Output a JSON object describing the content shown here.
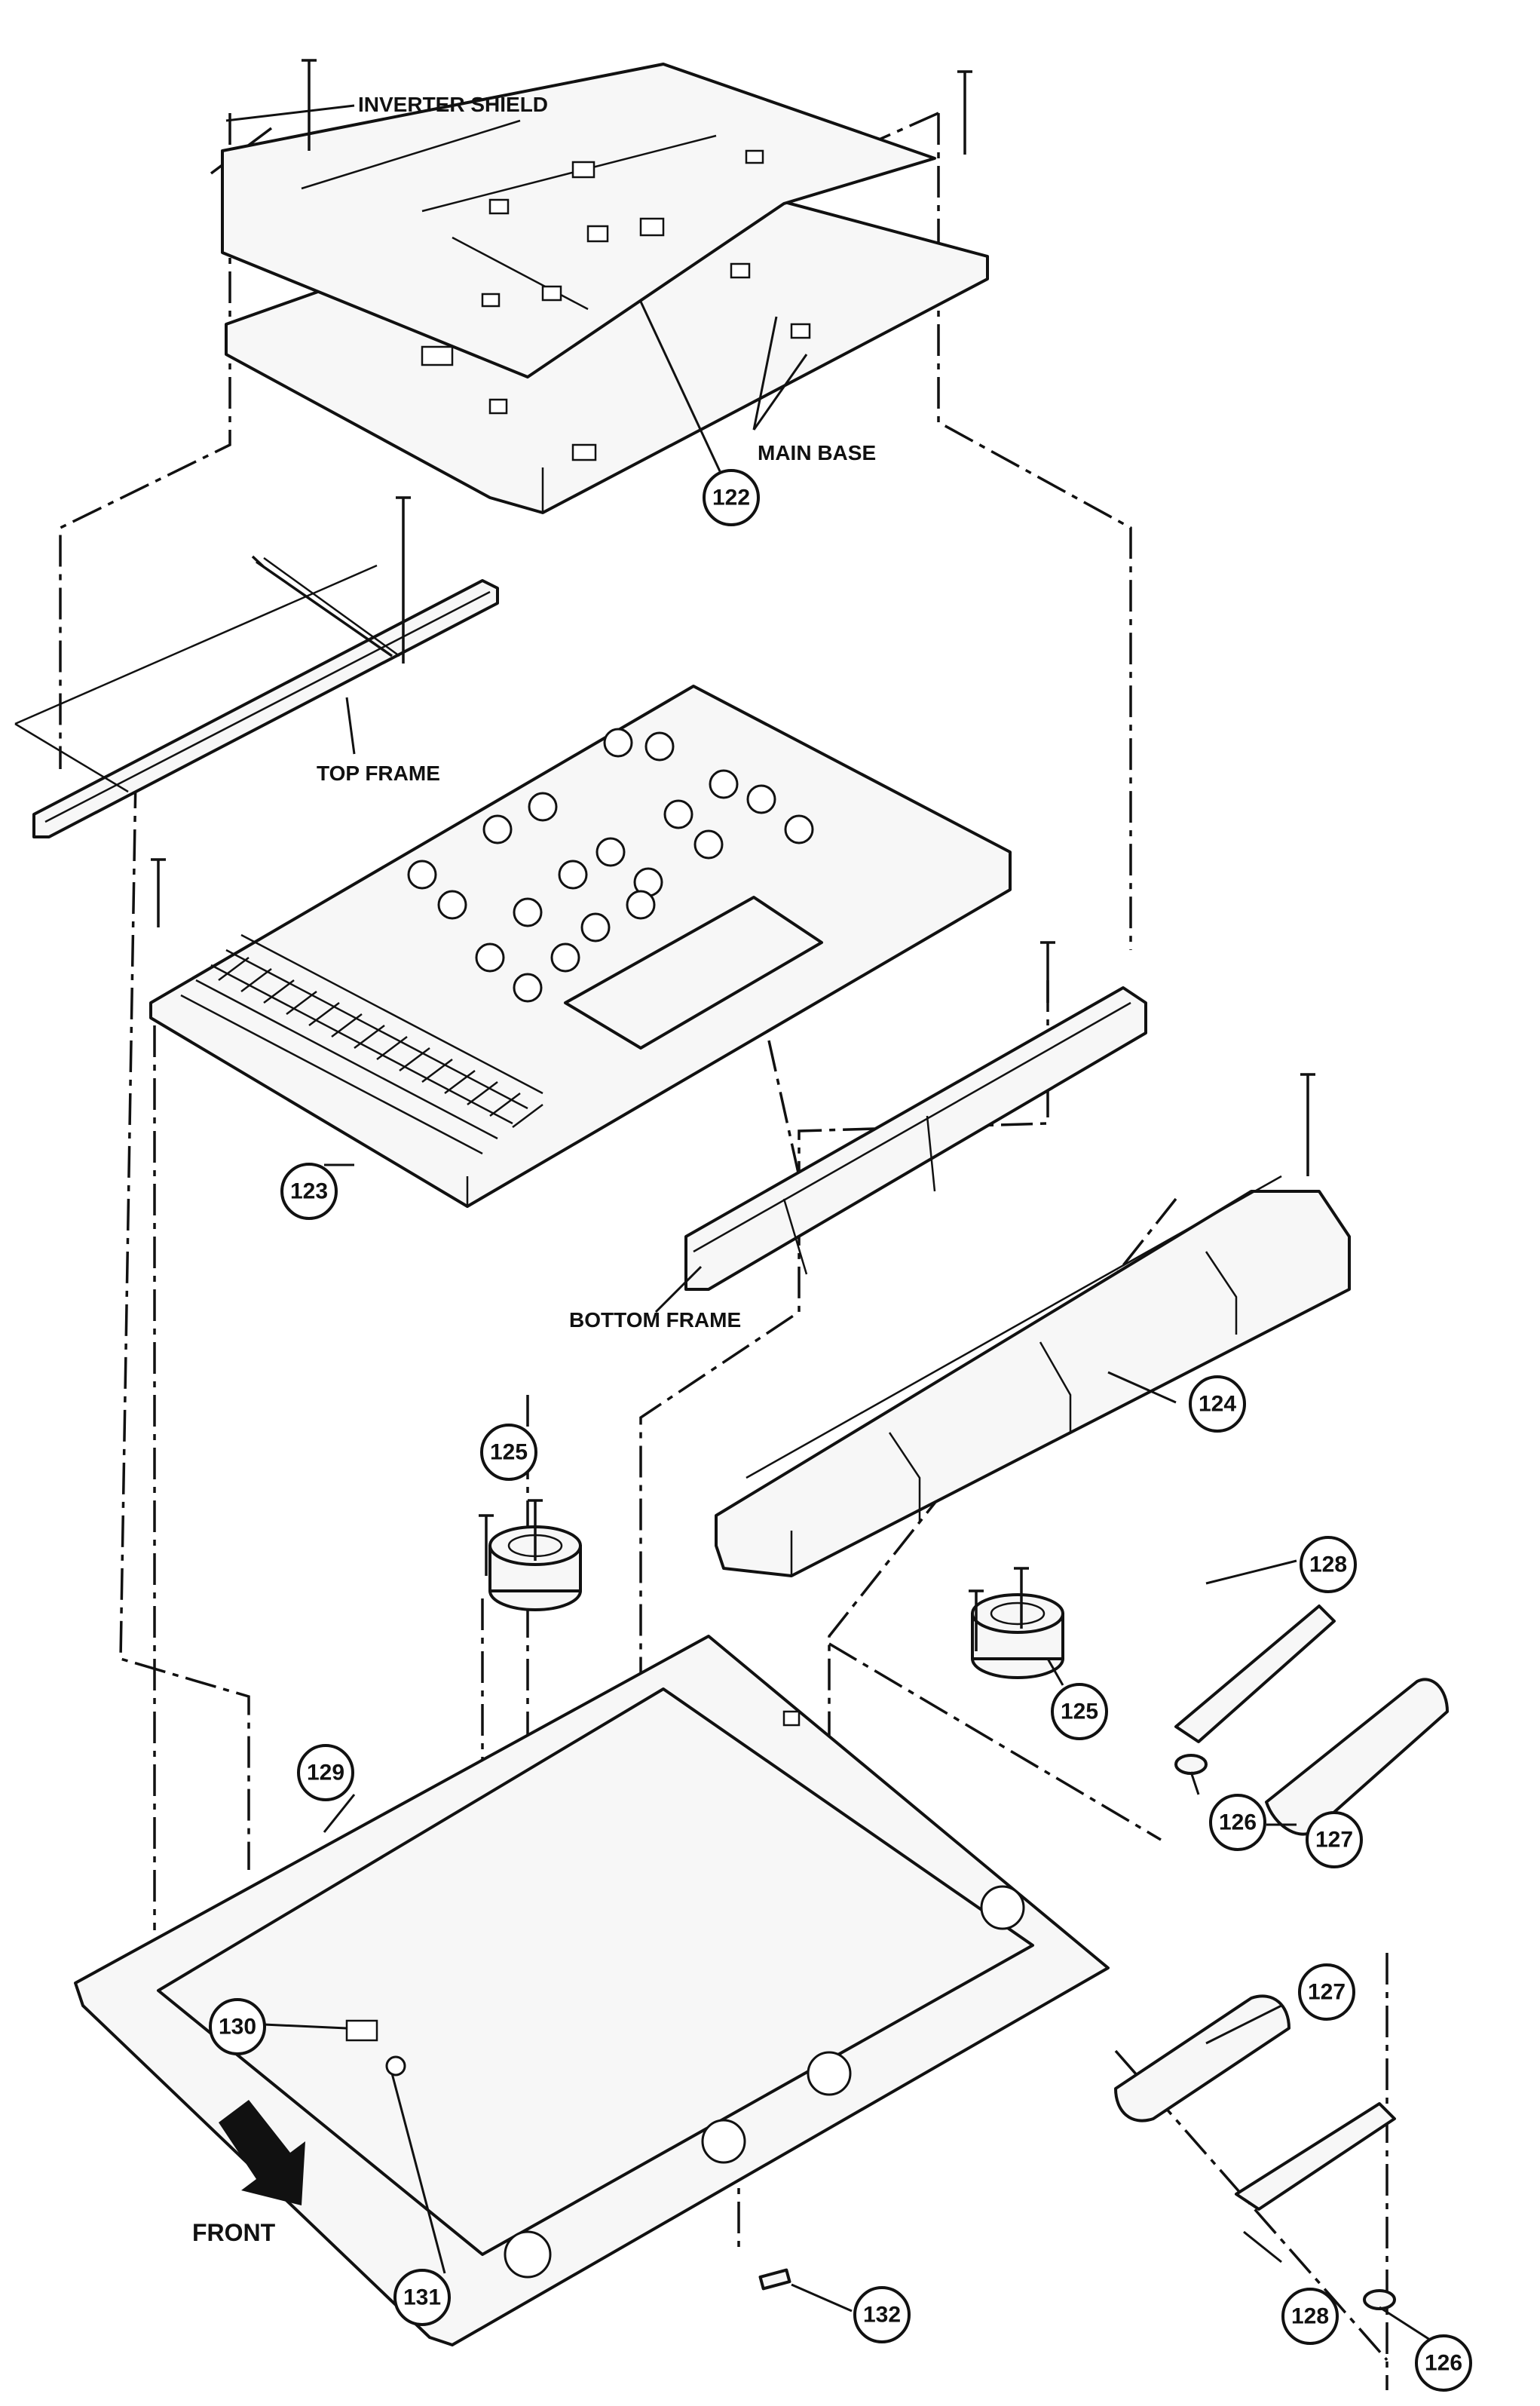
{
  "labels": {
    "inverter_shield": "INVERTER SHIELD",
    "main_base": "MAIN BASE",
    "top_frame": "TOP FRAME",
    "bottom_frame": "BOTTOM FRAME",
    "front": "FRONT"
  },
  "callouts": {
    "c122": "122",
    "c123": "123",
    "c124": "124",
    "c125a": "125",
    "c125b": "125",
    "c126a": "126",
    "c126b": "126",
    "c127a": "127",
    "c127b": "127",
    "c128a": "128",
    "c128b": "128",
    "c129": "129",
    "c130": "130",
    "c131": "131",
    "c132": "132"
  },
  "icons": {
    "front_arrow": "down-right-arrow-icon",
    "screw": "screw-icon"
  },
  "colors": {
    "line": "#111111",
    "background": "#ffffff"
  }
}
